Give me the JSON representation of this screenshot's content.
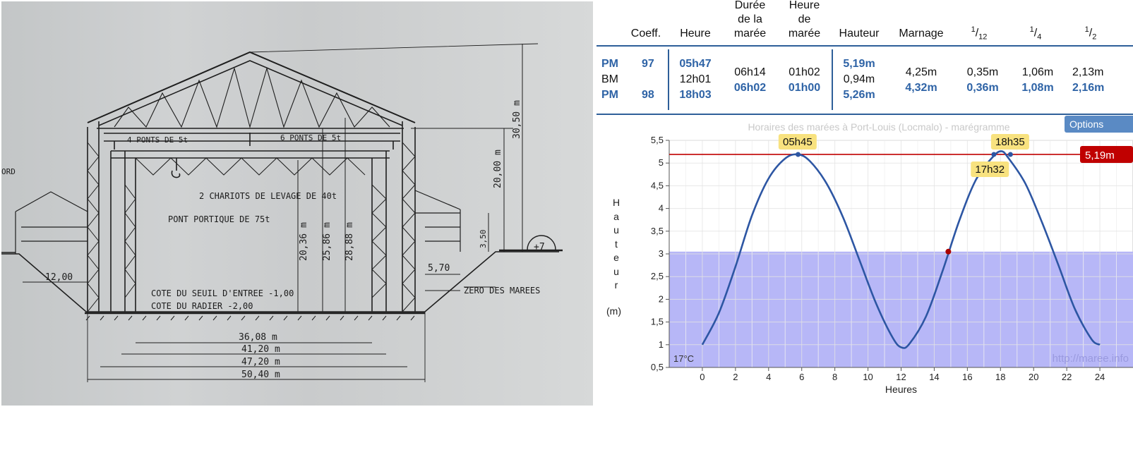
{
  "blueprint": {
    "labels": {
      "ponts_4": "4 PONTS  DE 5t",
      "ponts_6": "6 PONTS    DE 5t",
      "chariots": "2 CHARIOTS DE LEVAGE DE 40t",
      "portique": "PONT PORTIQUE DE 75t",
      "seuil": "COTE DU SEUIL D'ENTREE  -1,00",
      "radier": "COTE   DU  RADIER        -2,00",
      "zero_marees": "ZERO DES MAREES",
      "bord": "ORD",
      "plus7": "+7"
    },
    "dimensions": {
      "h_2036": "20,36 m",
      "h_2586": "25,86 m",
      "h_2888": "28,88 m",
      "h_2000": "20,00 m",
      "h_3050": "30,50 m",
      "h_350": "3,50",
      "w_1200": "12,00",
      "w_570": "5,70",
      "w_3608": "36,08 m",
      "w_4120": "41,20 m",
      "w_4720": "47,20 m",
      "w_5040": "50,40 m"
    }
  },
  "tide_table": {
    "headers": {
      "coeff": "Coeff.",
      "heure": "Heure",
      "duree": [
        "Durée",
        "de la",
        "marée"
      ],
      "heure_maree": [
        "Heure",
        "de",
        "marée"
      ],
      "hauteur": "Hauteur",
      "marnage": "Marnage",
      "f12": "12",
      "f4": "4",
      "f2": "2",
      "num": "1"
    },
    "rows": [
      {
        "type": "PM",
        "coeff": "97",
        "heure": "05h47",
        "hauteur": "5,19m"
      },
      {
        "type": "BM",
        "coeff": "",
        "heure": "12h01",
        "hauteur": "0,94m"
      },
      {
        "type": "PM",
        "coeff": "98",
        "heure": "18h03",
        "hauteur": "5,26m"
      }
    ],
    "duree": [
      "06h14",
      "06h02"
    ],
    "heure_maree": [
      "01h02",
      "01h00"
    ],
    "marnage": [
      "4,25m",
      "4,32m"
    ],
    "twelfth": [
      "0,35m",
      "0,36m"
    ],
    "quarter": [
      "1,06m",
      "1,08m"
    ],
    "half": [
      "2,13m",
      "2,16m"
    ]
  },
  "chart_data": {
    "type": "line",
    "title": "Horaires des marées à Port-Louis (Locmalo) - marégramme",
    "options_label": "Options",
    "ylabel": "Hauteur",
    "ylabel_unit": "(m)",
    "xlabel": "Heures",
    "xlim": [
      -2,
      26
    ],
    "ylim": [
      0.5,
      5.5
    ],
    "x_ticks": [
      "0",
      "2",
      "4",
      "6",
      "8",
      "10",
      "12",
      "14",
      "16",
      "18",
      "20",
      "22",
      "24"
    ],
    "y_ticks": [
      "0,5",
      "1",
      "1,5",
      "2",
      "2,5",
      "3",
      "3,5",
      "4",
      "4,5",
      "5",
      "5,5"
    ],
    "series": [
      {
        "x": [
          0,
          1,
          2,
          3,
          4,
          5,
          5.78,
          6.5,
          7.5,
          8.5,
          9.5,
          10.5,
          11.5,
          12.02,
          12.5,
          13.5,
          14.5,
          15.5,
          16.5,
          17.5,
          18.05,
          18.5,
          19.5,
          20.5,
          21.5,
          22.5,
          23.5,
          24
        ],
        "y": [
          1.0,
          1.7,
          2.72,
          3.85,
          4.66,
          5.1,
          5.19,
          5.04,
          4.55,
          3.8,
          2.85,
          1.9,
          1.15,
          0.94,
          1.02,
          1.62,
          2.62,
          3.72,
          4.62,
          5.12,
          5.26,
          5.1,
          4.55,
          3.7,
          2.75,
          1.78,
          1.12,
          1.0
        ]
      }
    ],
    "threshold": {
      "y": 5.19,
      "label": "5,19m",
      "color": "#c00000"
    },
    "water_level": {
      "y": 3.05,
      "color": "#b7b7f7"
    },
    "marker": {
      "x": 14.85,
      "y": 3.05,
      "color": "#aa0000"
    },
    "annotations": [
      {
        "label": "05h45",
        "x": 5.75,
        "y": 5.19
      },
      {
        "label": "18h35",
        "x": 18.58,
        "y": 5.19
      },
      {
        "label": "17h32",
        "x": 17.53,
        "y": 5.19
      }
    ],
    "temperature": "17°C",
    "watermark": "http://maree.info",
    "colors": {
      "line": "#2d56a3",
      "label_bg": "#f8e27f",
      "grid": "#e6e6e6"
    }
  }
}
